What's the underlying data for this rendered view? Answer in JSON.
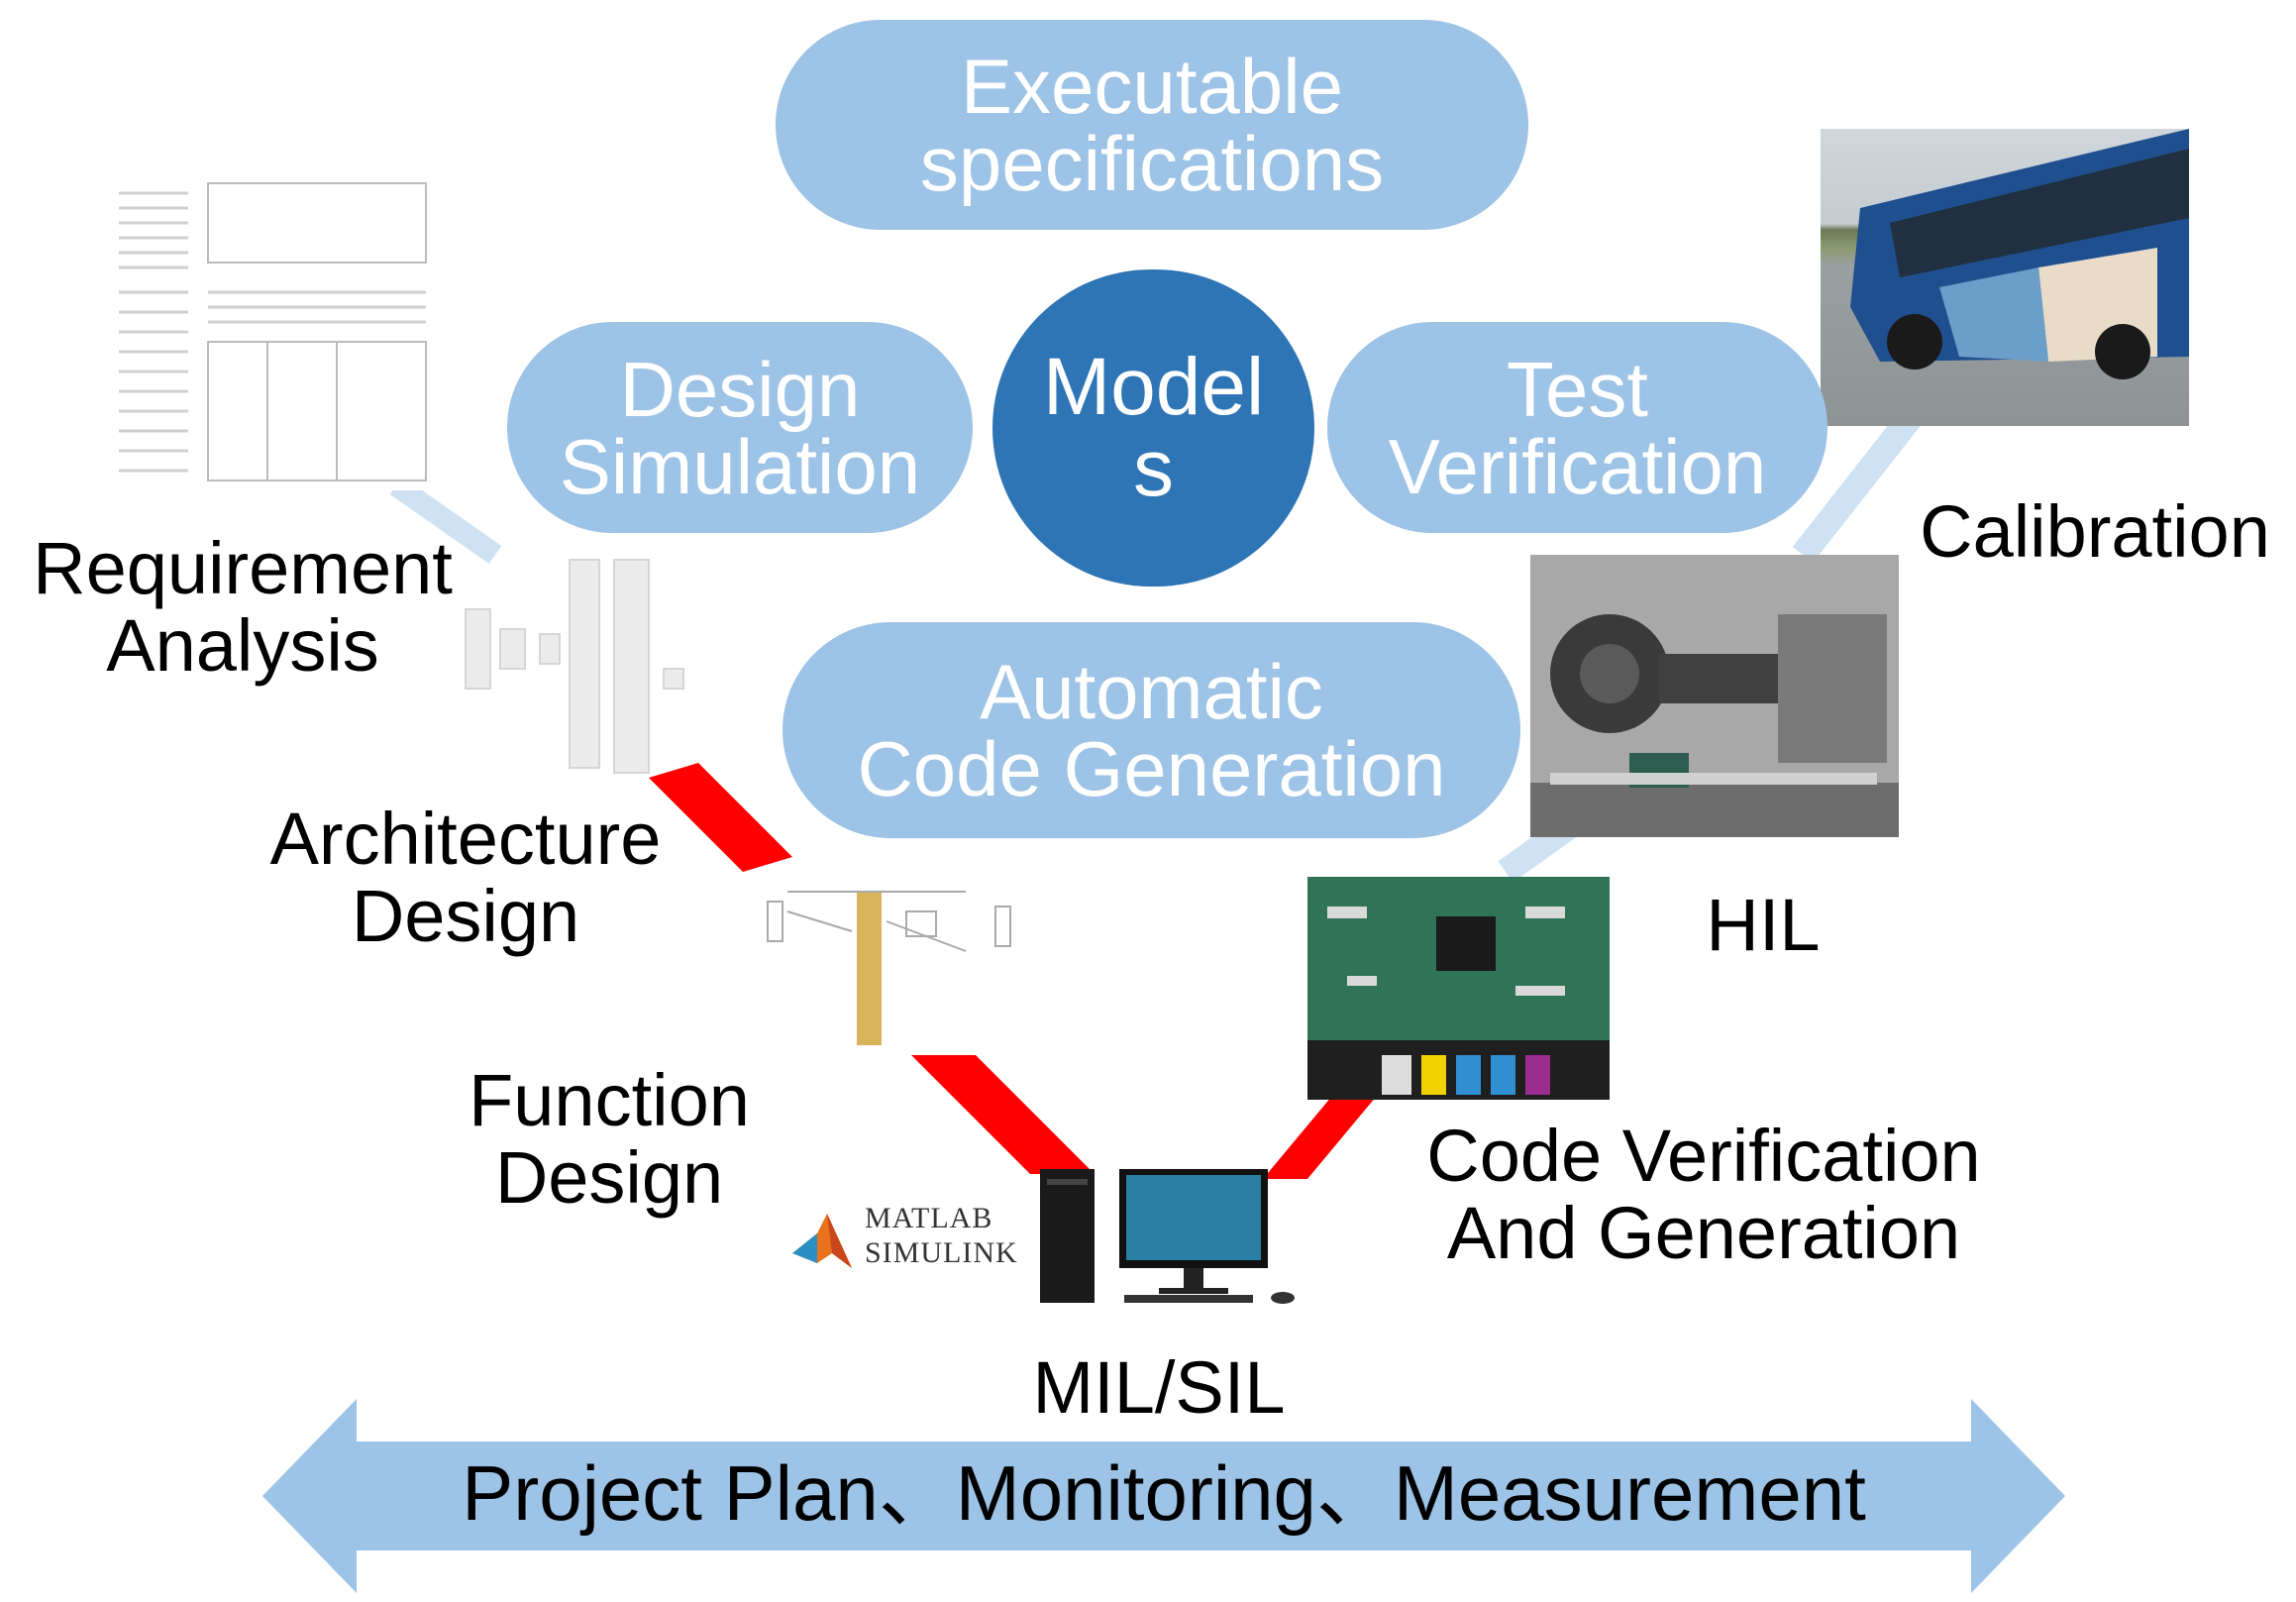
{
  "center": {
    "line1": "Model",
    "line2": "s"
  },
  "executable_specifications": {
    "line1": "Executable",
    "line2": "specifications"
  },
  "design_simulation": {
    "line1": "Design",
    "line2": "Simulation"
  },
  "test_verification": {
    "line1": "Test",
    "line2": "Verification"
  },
  "automatic_code_generation": {
    "line1": "Automatic",
    "line2": "Code Generation"
  },
  "stages": {
    "requirement_analysis": {
      "line1": "Requirement",
      "line2": "Analysis"
    },
    "architecture_design": {
      "line1": "Architecture",
      "line2": "Design"
    },
    "function_design": {
      "line1": "Function",
      "line2": "Design"
    },
    "mil_sil": "MIL/SIL",
    "code_verification": {
      "line1": "Code Verification",
      "line2": "And Generation"
    },
    "hil": "HIL",
    "calibration": "Calibration"
  },
  "matlab_logo": {
    "line1": "MATLAB",
    "line2": "SIMULINK"
  },
  "bottom_arrow": "Project Plan、Monitoring、Measurement",
  "colors": {
    "pill": "#9dc3e6",
    "center": "#2e75b6",
    "arrow": "#9dc3e6",
    "connector": "#ff0000"
  }
}
